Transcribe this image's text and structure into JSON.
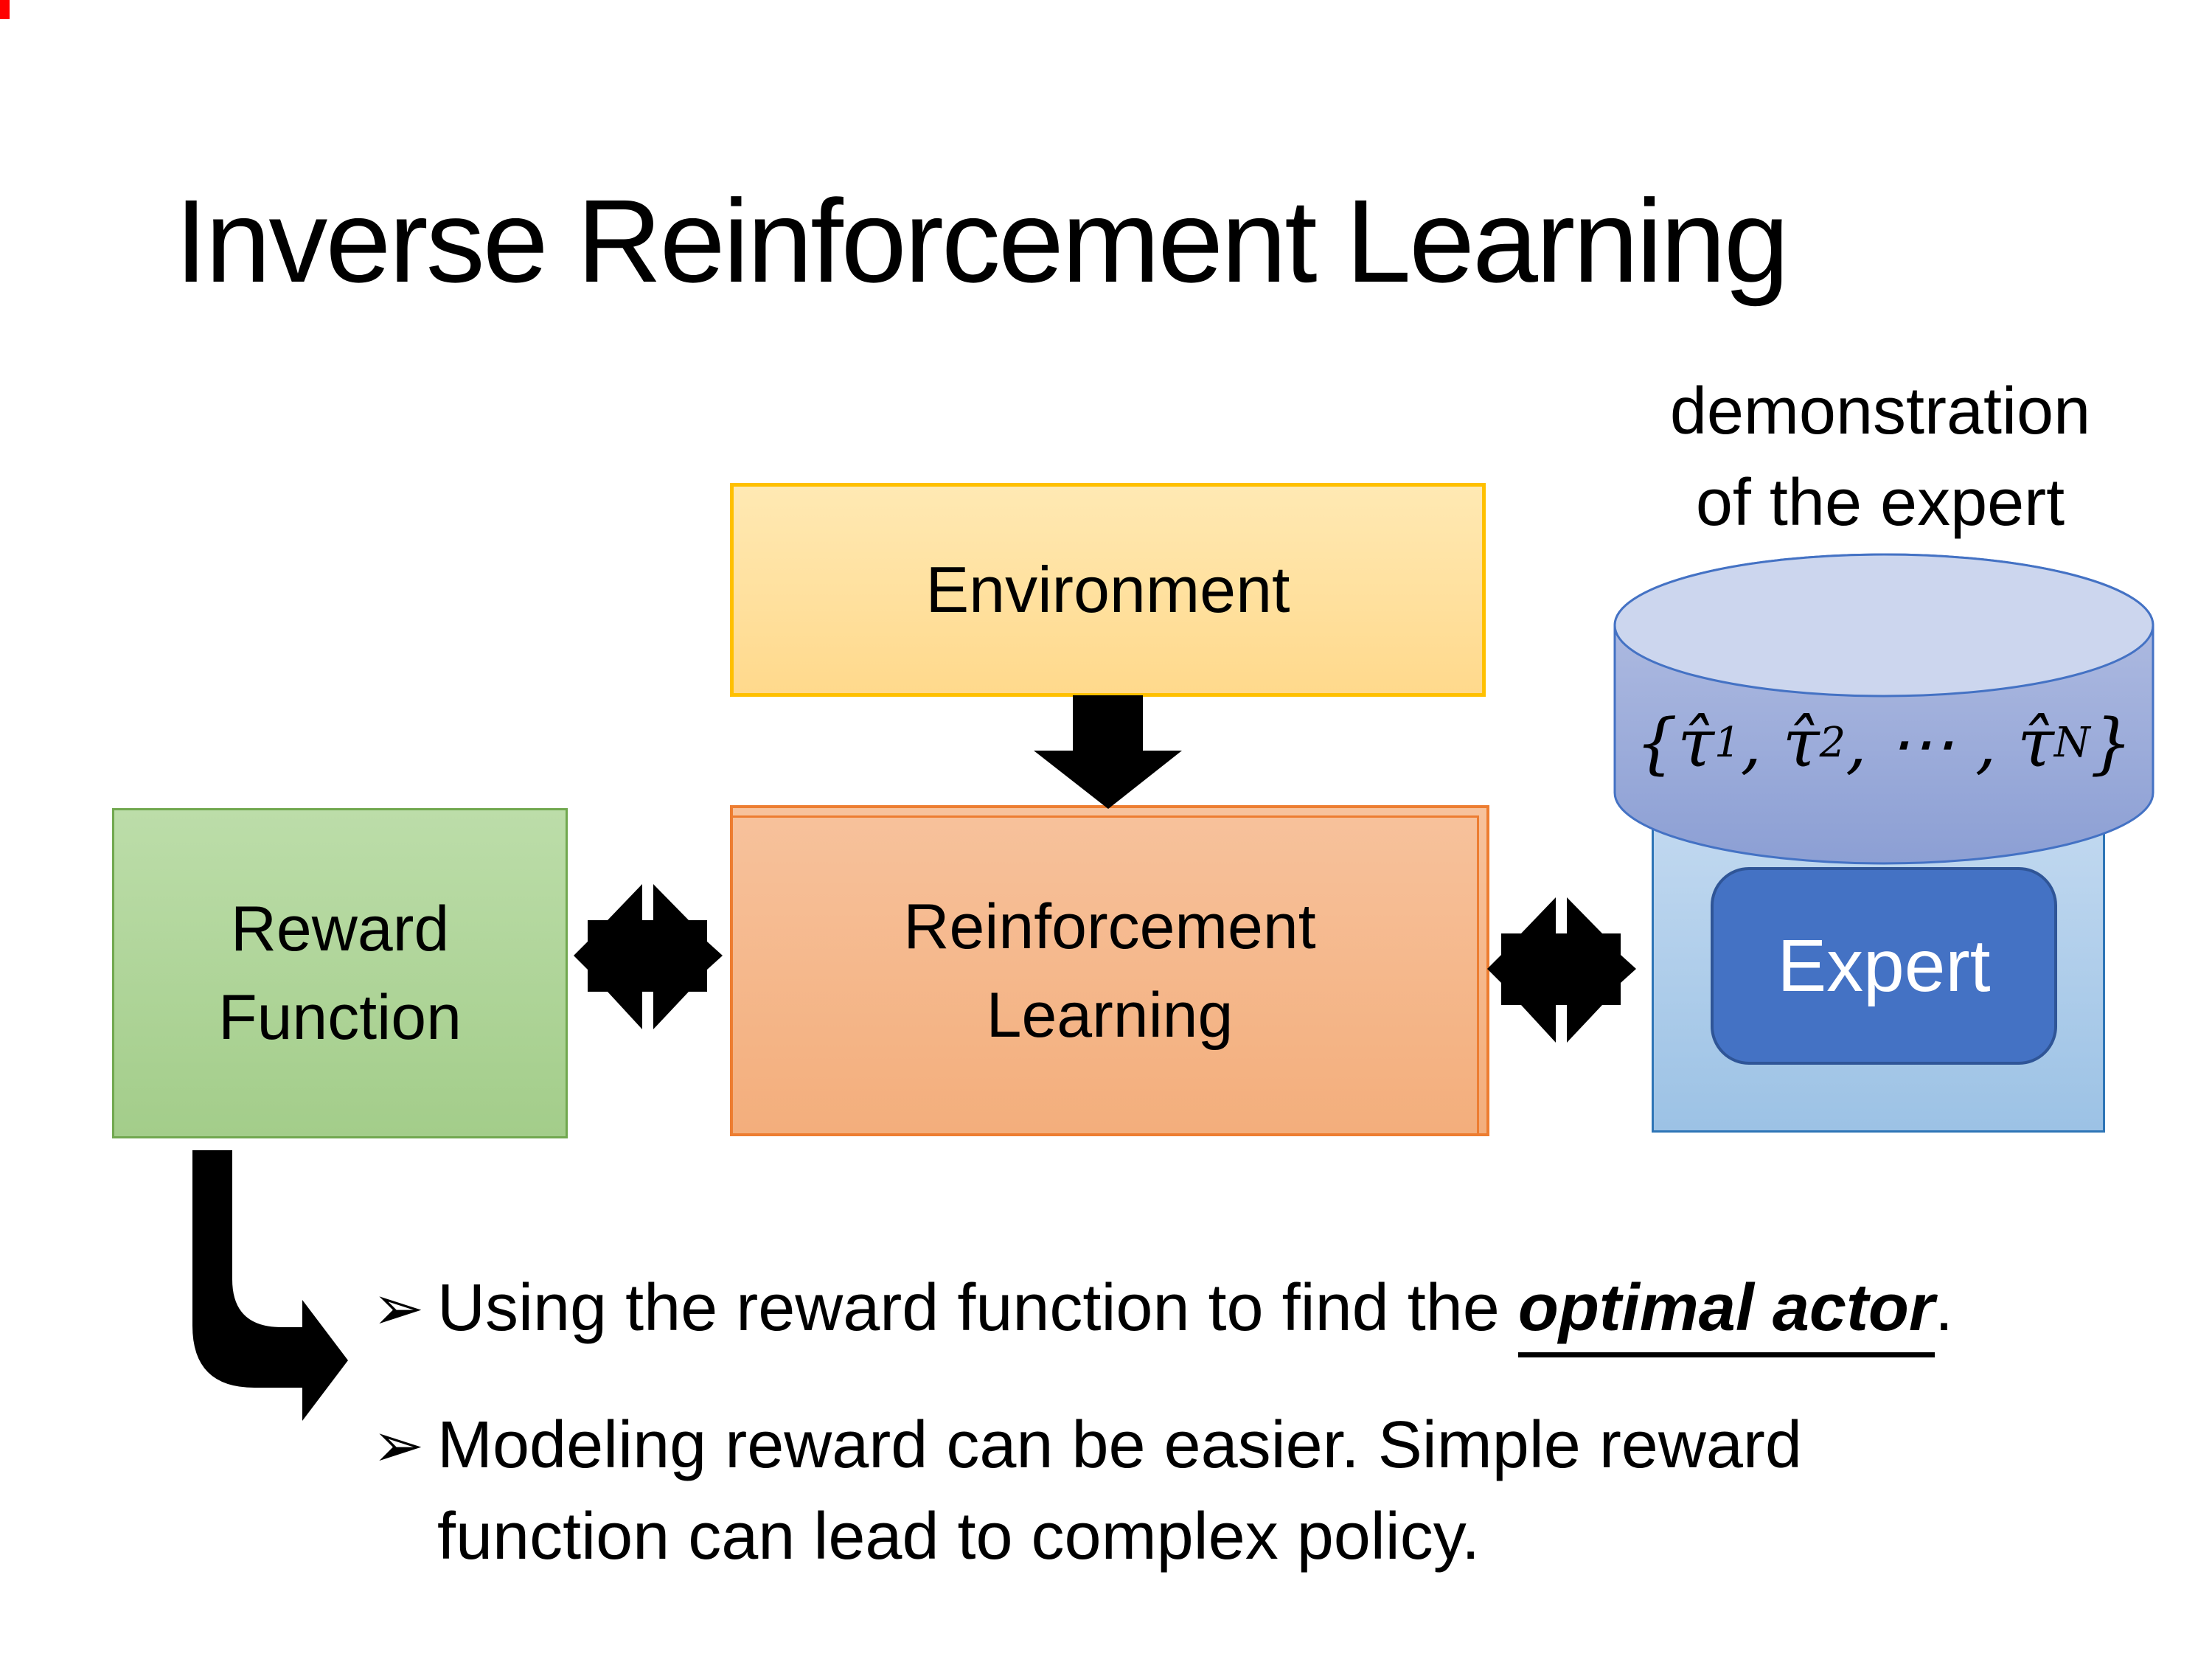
{
  "slide": {
    "title": "Inverse Reinforcement Learning",
    "demo_label": {
      "line1": "demonstration",
      "line2": "of the expert"
    },
    "boxes": {
      "environment": "Environment",
      "reward_function": {
        "line1": "Reward",
        "line2": "Function"
      },
      "reinforcement_learning": {
        "line1": "Reinforcement",
        "line2": "Learning"
      },
      "expert": "Expert"
    },
    "formula": {
      "p1": "{τ̂",
      "s1": "1",
      "p2": ", τ̂",
      "s2": "2",
      "p3": ", ⋯ , τ̂",
      "s3": "N",
      "p4": "}"
    },
    "bullets": [
      {
        "marker": "➢",
        "prefix": "Using the reward function to find the ",
        "emphasis": "optimal actor",
        "suffix": "."
      },
      {
        "marker": "➢",
        "line1": "Modeling reward can be easier. Simple reward",
        "line2": "function can lead to complex policy."
      }
    ],
    "colors": {
      "corner_mark": "#FF0000",
      "environment_border": "#FFC000",
      "environment_fill_top": "#FFE9B3",
      "environment_fill_bottom": "#FFD98C",
      "reward_border": "#71A84F",
      "reward_fill_top": "#BCDDA9",
      "reward_fill_bottom": "#A3CD8A",
      "rl_border": "#ED7D31",
      "rl_fill_top": "#F7C29C",
      "rl_fill_bottom": "#F3AE7C",
      "expert_container_border": "#2E75B6",
      "expert_container_fill_top": "#C2D9F0",
      "expert_container_fill_bottom": "#9CC2E5",
      "expert_fill": "#4472C4",
      "expert_border": "#2F5597",
      "cylinder_border": "#4472C4",
      "cylinder_fill_top": "#B6C1E4",
      "cylinder_fill_bottom": "#8C9FD4",
      "cylinder_lid": "#CCD6EE",
      "arrow_black": "#000000"
    }
  }
}
